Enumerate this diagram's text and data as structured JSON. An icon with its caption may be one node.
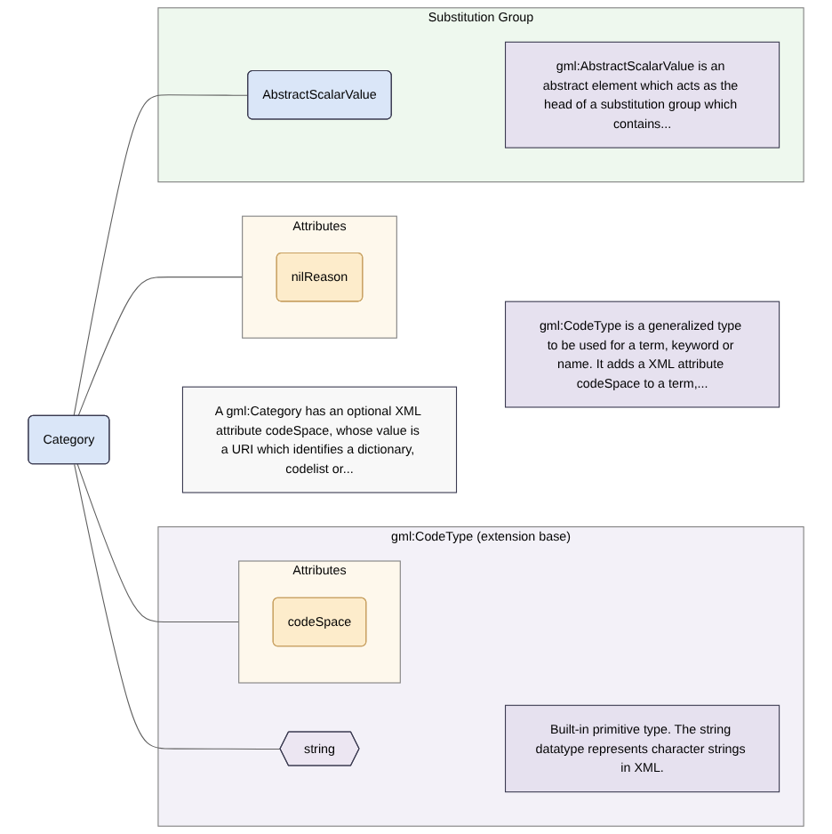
{
  "diagram": {
    "nodes": [
      {
        "text": [
          "Category"
        ]
      },
      {
        "text": [
          "A gml:Category has an optional XML attribute codeSpace, whose value is a URI which identifies a dictionary, codelist or..."
        ]
      },
      {
        "text": [
          "gml:CodeType (extension base)"
        ]
      },
      {
        "text": [
          "string"
        ],
        "in": 2
      },
      {
        "text": [
          "Built-in primitive type. The string datatype represents character strings in XML."
        ],
        "in": 2
      },
      {
        "text": [
          "Attributes"
        ],
        "in": 2
      },
      {
        "text": [
          "codeSpace"
        ],
        "in": 5
      },
      {
        "text": [
          "gml:CodeType is a generalized type to be used for a term, keyword or name. It adds a XML attribute codeSpace to a term,..."
        ]
      },
      {
        "text": [
          "Attributes"
        ]
      },
      {
        "text": [
          "nilReason"
        ],
        "in": 8
      },
      {
        "text": [
          "Substitution Group"
        ]
      },
      {
        "text": [
          "AbstractScalarValue"
        ],
        "in": 10
      },
      {
        "text": [
          "gml:AbstractScalarValue is an abstract element which acts as the head of a substitution group which contains..."
        ],
        "in": 10
      }
    ],
    "edges": [
      {
        "from": 0,
        "to": 3,
        "arrow": "none"
      },
      {
        "from": 0,
        "to": 5,
        "arrow": "none"
      },
      {
        "from": 0,
        "to": 8,
        "arrow": "none"
      },
      {
        "from": 0,
        "to": 11,
        "arrow": "none"
      }
    ]
  }
}
